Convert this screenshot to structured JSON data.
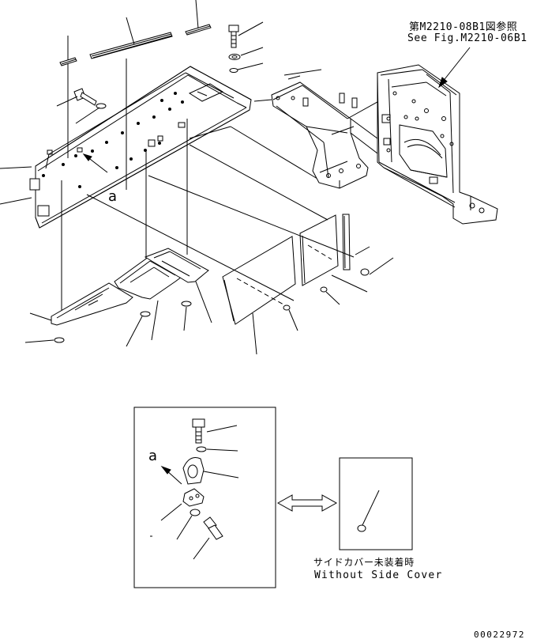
{
  "reference": {
    "ja": "第M2210-08B1図参照",
    "en": "See Fig.M2210-06B1"
  },
  "detail_label": "a",
  "condition": {
    "ja": "サイドカバー未装着時",
    "en": "Without Side Cover"
  },
  "drawing_number": "00022972",
  "line_color": "#000000"
}
